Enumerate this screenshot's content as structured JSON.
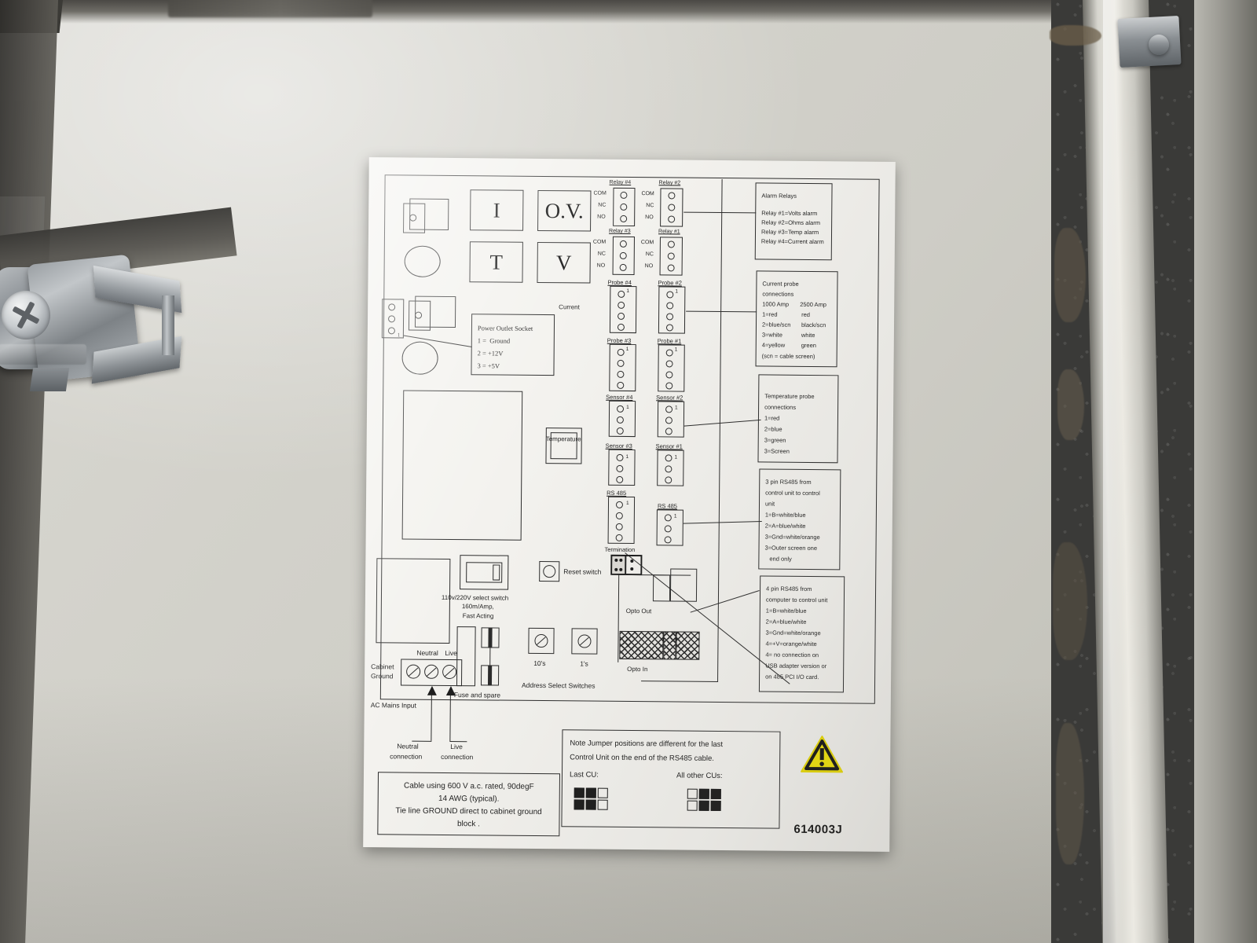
{
  "scene": {
    "description": "Photograph of a wiring-diagram label inside a control cabinet door",
    "latch": "quarter-turn-cam-latch"
  },
  "label": {
    "part_number": "614003J",
    "display_blocks": [
      "I",
      "O.V.",
      "T",
      "V"
    ],
    "power_outlet": {
      "title": "Power Outlet Socket",
      "lines": [
        "1 =  Ground",
        "2 = +12V",
        "3 = +5V"
      ]
    },
    "relays": {
      "pins": [
        "COM",
        "NC",
        "NO"
      ],
      "blocks": [
        {
          "label": "Relay #4"
        },
        {
          "label": "Relay #2"
        },
        {
          "label": "Relay #3"
        },
        {
          "label": "Relay #1"
        }
      ]
    },
    "alarm_relays_note": {
      "title": "Alarm Relays",
      "lines": [
        "Relay #1=Volts alarm",
        "Relay #2=Ohms alarm",
        "Relay #3=Temp alarm",
        "Relay #4=Current alarm"
      ]
    },
    "current_group": {
      "label": "Current",
      "blocks": [
        {
          "label": "Probe #4",
          "first_pin": "1"
        },
        {
          "label": "Probe #2",
          "first_pin": "1"
        },
        {
          "label": "Probe #3",
          "first_pin": "1"
        },
        {
          "label": "Probe #1",
          "first_pin": "1"
        }
      ]
    },
    "current_probe_note": {
      "title_line1": "Current probe",
      "title_line2": "connections",
      "col_headers": [
        "1000 Amp",
        "2500 Amp"
      ],
      "rows": [
        [
          "1=red",
          "red"
        ],
        [
          "2=blue/scn",
          "black/scn"
        ],
        [
          "3=white",
          "white"
        ],
        [
          "4=yellow",
          "green"
        ]
      ],
      "footnote": "(scn = cable screen)"
    },
    "temperature_group": {
      "label": "Temperature",
      "blocks": [
        {
          "label": "Sensor #4",
          "first_pin": "1"
        },
        {
          "label": "Sensor #2",
          "first_pin": "1"
        },
        {
          "label": "Sensor #3",
          "first_pin": "1"
        },
        {
          "label": "Sensor #1",
          "first_pin": "1"
        }
      ]
    },
    "temperature_probe_note": {
      "lines": [
        "Temperature probe",
        "connections",
        "1=red",
        "2=blue",
        "3=green",
        "3=Screen"
      ]
    },
    "rs485": {
      "left_label": "RS 485",
      "right_label": "RS 485",
      "first_pin": "1",
      "termination_label": "Termination"
    },
    "rs485_3pin_note": {
      "lines": [
        "3 pin RS485 from",
        "control unit to control",
        "unit",
        "1=B=white/blue",
        "2=A=blue/white",
        "3=Gnd=white/orange",
        "3=Outer screen one",
        "end only"
      ]
    },
    "rs485_4pin_note": {
      "lines": [
        "4 pin RS485 from",
        "computer to control unit",
        "1=B=white/blue",
        "2=A=blue/white",
        "3=Gnd=white/orange",
        "4=+V=orange/white",
        "4= no connection on",
        "USB adapter version or",
        "on 485 PCI I/O card."
      ]
    },
    "opto": {
      "out_label": "Opto Out",
      "in_label": "Opto In"
    },
    "reset_switch_label": "Reset switch",
    "voltage_select": {
      "line1": "110v/220V select switch",
      "line2": "160m/Amp,",
      "line3": "Fast Acting"
    },
    "fuse_label": "Fuse and spare",
    "address_switches": {
      "tens_label": "10's",
      "ones_label": "1's",
      "caption": "Address Select Switches"
    },
    "mains": {
      "cabinet_ground_line1": "Cabinet",
      "cabinet_ground_line2": "Ground",
      "neutral": "Neutral",
      "live": "Live",
      "input_label": "AC Mains Input",
      "neutral_callout_line1": "Neutral",
      "neutral_callout_line2": "connection",
      "live_callout_line1": "Live",
      "live_callout_line2": "connection"
    },
    "cable_note": {
      "lines": [
        "Cable using 600 V a.c. rated, 90degF",
        "14 AWG (typical).",
        "Tie line GROUND direct to cabinet ground",
        "block ."
      ]
    },
    "jumper_note": {
      "line1": "Note Jumper positions are different for the last",
      "line2": "Control Unit on the end of the RS485 cable.",
      "last_cu_label": "Last CU:",
      "other_cu_label": "All other CUs:",
      "last_cu_cells": [
        1,
        1,
        0,
        1,
        1,
        0
      ],
      "other_cu_cells": [
        0,
        1,
        1,
        0,
        1,
        1
      ]
    },
    "warning_icon": "warning-triangle-icon",
    "colors": {
      "ink": "#1d1d1d",
      "paper": "#f3f2ee",
      "warning_yellow": "#f2e305"
    }
  }
}
